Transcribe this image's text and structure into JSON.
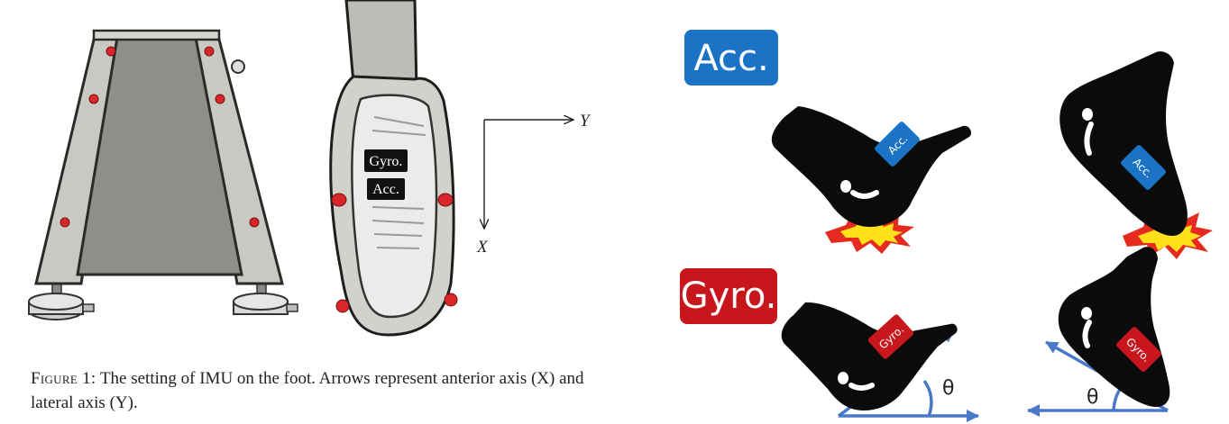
{
  "left_panel": {
    "axes": {
      "y_label": "Y",
      "x_label": "X"
    },
    "shoe_labels": {
      "gyro": "Gyro.",
      "acc": "Acc."
    },
    "caption": {
      "prefix": "Figure 1:",
      "text": "The setting of IMU on the foot. Arrows represent anterior axis (X) and lateral axis (Y)."
    }
  },
  "right_panel": {
    "acc_heading": "Acc.",
    "gyro_heading": "Gyro.",
    "acc_sensor_label": "Acc.",
    "gyro_sensor_label": "Gyro.",
    "angle_symbol": "θ",
    "colors": {
      "acc_blue": "#1a73c4",
      "gyro_red": "#c8161d",
      "arrow_blue": "#4a78c8",
      "impact_red": "#e52b1f",
      "impact_yellow": "#ffe11a"
    }
  }
}
